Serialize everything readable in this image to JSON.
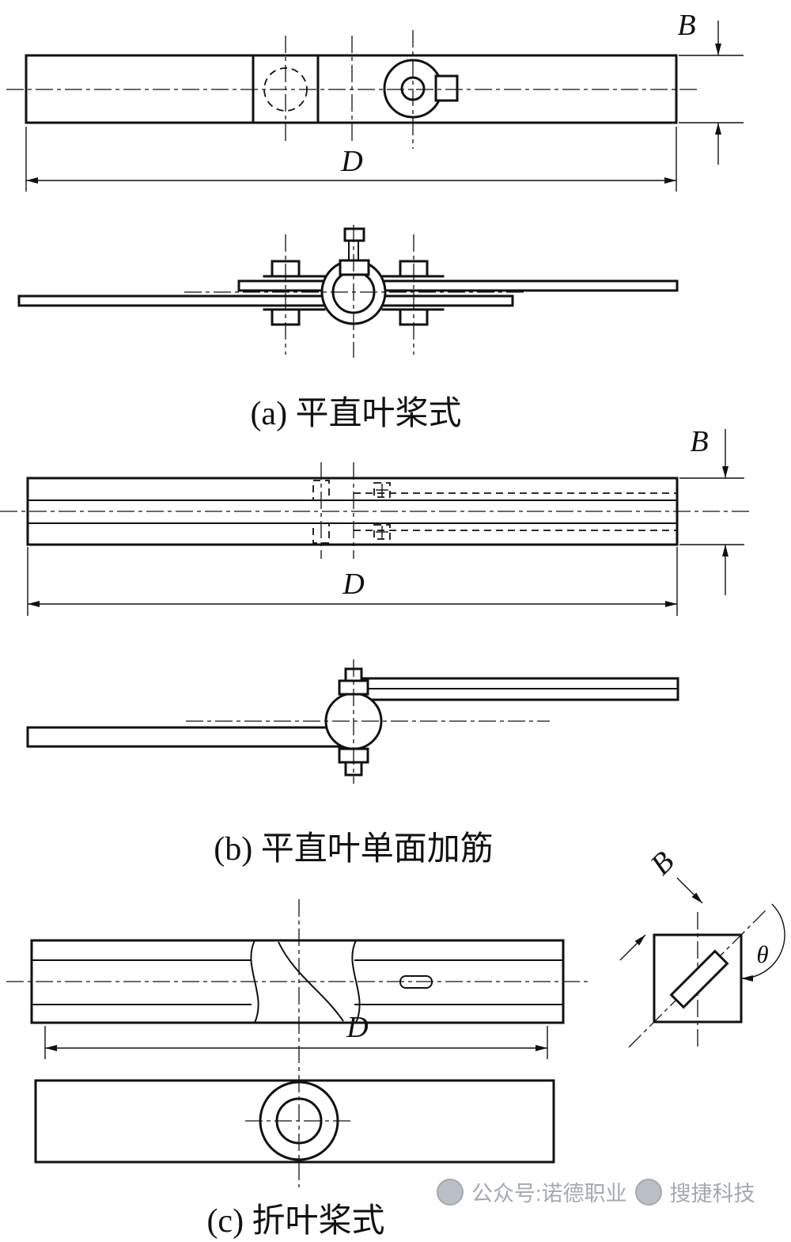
{
  "drawing": {
    "dim_labels": {
      "D": "D",
      "B": "B",
      "theta": "θ"
    },
    "captions": {
      "a": "(a) 平直叶桨式",
      "b": "(b) 平直叶单面加筋",
      "c": "(c) 折叶桨式"
    }
  },
  "watermark": {
    "icons": [
      "round-logo-icon",
      "round-logo-icon"
    ],
    "text1": "公众号:诺德职业",
    "text2": "搜捷科技"
  },
  "colors": {
    "ink": "#111111",
    "background": "#ffffff",
    "watermark": "#9aa0a6"
  }
}
